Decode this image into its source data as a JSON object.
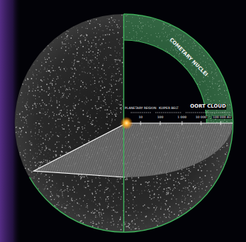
{
  "diagram": {
    "labels": [
      "COMETARY NUCLEI",
      "PLANETARY REGION",
      "KUIPER BELT",
      "OORT CLOUD",
      "10",
      "100",
      "1 000",
      "10 000",
      "100 000 AU"
    ]
  }
}
